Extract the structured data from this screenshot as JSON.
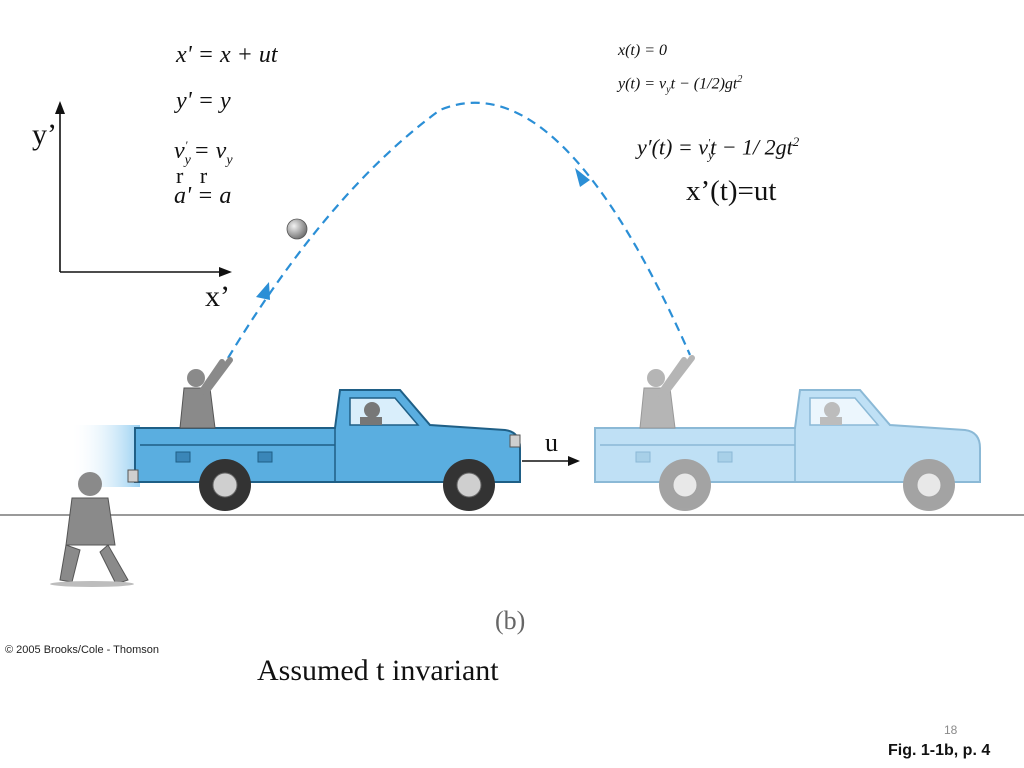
{
  "axes": {
    "y_label": "y’",
    "x_label": "x’"
  },
  "left_equations": {
    "eq1": "x' = x + ut",
    "eq2": "y' = y",
    "eq3_lhs": "v",
    "eq3_sub": "y",
    "eq3_sup": "'",
    "eq3_rhs": "= v",
    "eq3_rhs_sub": "y",
    "eq4_marks": "r   r",
    "eq4": "a' = a"
  },
  "right_equations": {
    "xt": "x(t) = 0",
    "yt": "y(t) = v",
    "yt_sub": "y",
    "yt_rest": "t − (1/2)gt",
    "yt_sup": "2",
    "ypt": "y′(t) = v",
    "ypt_sub": "y",
    "ypt_sup_prime": "'",
    "ypt_rest": "t − 1/ 2gt",
    "ypt_sup": "2",
    "xpt": "x’(t)=ut"
  },
  "velocity_label": "u",
  "panel_label": "(b)",
  "copyright": "© 2005 Brooks/Cole - Thomson",
  "caption": "Assumed t invariant",
  "slide_number": "18",
  "figure_ref": "Fig. 1-1b, p. 4",
  "colors": {
    "truck_blue": "#5aaee0",
    "truck_faded": "#b9ddf4",
    "trajectory": "#2b8fd6",
    "ground": "#9a9a9a"
  }
}
